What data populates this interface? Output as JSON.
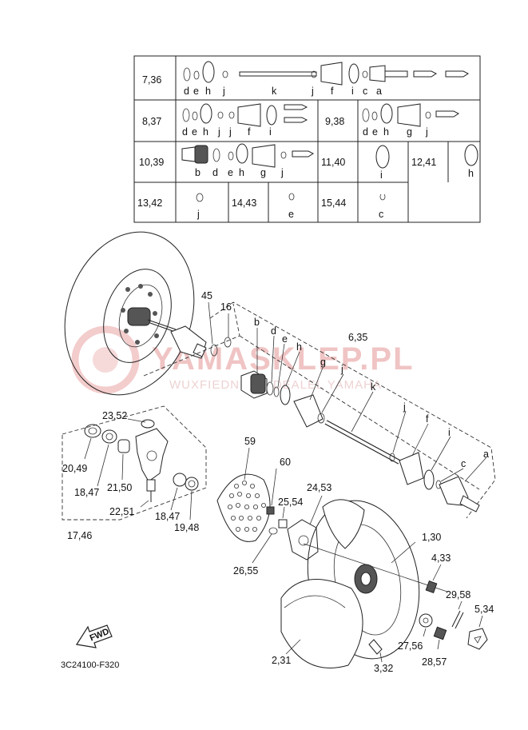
{
  "watermark": {
    "main": "YAMASKLEP.PL",
    "sub": "WUXFIEDNISZ I DEALEL YAMAHA"
  },
  "kit_table": {
    "rows": [
      {
        "kit": "7,36",
        "parts": [
          "d",
          "e",
          "h",
          "j",
          "k",
          "j",
          "f",
          "i",
          "c",
          "a"
        ]
      },
      {
        "kit": "8,37",
        "parts": [
          "d",
          "e",
          "h",
          "j",
          "j",
          "f",
          "i"
        ]
      },
      {
        "kit": "9,38",
        "parts": [
          "d",
          "e",
          "h",
          "g",
          "j"
        ]
      },
      {
        "kit": "10,39",
        "parts": [
          "b",
          "d",
          "e",
          "h",
          "g",
          "j"
        ]
      },
      {
        "kit": "11,40",
        "parts": [
          "i"
        ]
      },
      {
        "kit": "12,41",
        "parts": [
          "h"
        ]
      },
      {
        "kit": "13,42",
        "parts": [
          "j"
        ]
      },
      {
        "kit": "14,43",
        "parts": [
          "e"
        ]
      },
      {
        "kit": "15,44",
        "parts": [
          "c"
        ]
      }
    ]
  },
  "callouts": {
    "c45": "45",
    "c16": "16",
    "c6_35": "6,35",
    "lb": "b",
    "ld": "d",
    "le": "e",
    "lh": "h",
    "lg": "g",
    "lj1": "j",
    "lk": "k",
    "lj2": "j",
    "lf": "f",
    "li": "i",
    "lc": "c",
    "la": "a",
    "c23_52": "23,52",
    "c20_49": "20,49",
    "c18_47a": "18,47",
    "c21_50": "21,50",
    "c22_51": "22,51",
    "c18_47b": "18,47",
    "c19_48": "19,48",
    "c17_46": "17,46",
    "c59": "59",
    "c60": "60",
    "c24_53": "24,53",
    "c25_54": "25,54",
    "c26_55": "26,55",
    "c1_30": "1,30",
    "c4_33": "4,33",
    "c29_58": "29,58",
    "c5_34": "5,34",
    "c27_56": "27,56",
    "c28_57": "28,57",
    "c2_31": "2,31",
    "c3_32": "3,32"
  },
  "fwd_label": "FWD",
  "diagram_code": "3C24100-F320"
}
